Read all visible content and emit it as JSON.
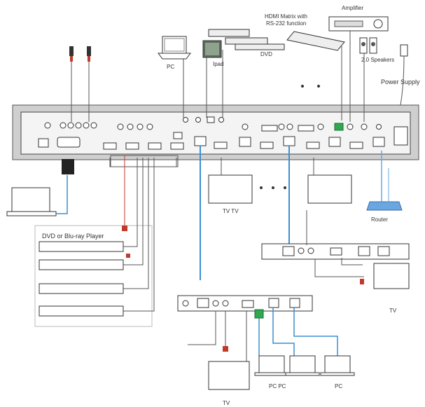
{
  "labels": {
    "hdmi_matrix": "HDMI Matrix with",
    "rs232_function": "RS-232 function",
    "amplifier": "Amplifier",
    "dvd_top": "DVD",
    "pc_top": "PC",
    "ipad": "Ipad",
    "speakers": "2.0 Speakers",
    "power_supply": "Power Supply",
    "tv_tv": "TV  TV",
    "router": "Router",
    "dvd_bluray": "DVD or Blu-ray Player",
    "tv_right": "TV",
    "tv_bottom": "TV",
    "pc_pc": "PC  PC",
    "pc_bottom": "PC"
  },
  "colors": {
    "line": "#555555",
    "panel": "#d0d0d0",
    "panel_dark": "#3a3a3a",
    "blue_cable": "#3b8fd1",
    "red_cable": "#c0392b",
    "green_connector": "#2fa84f",
    "router_blue": "#6aa7e0"
  }
}
